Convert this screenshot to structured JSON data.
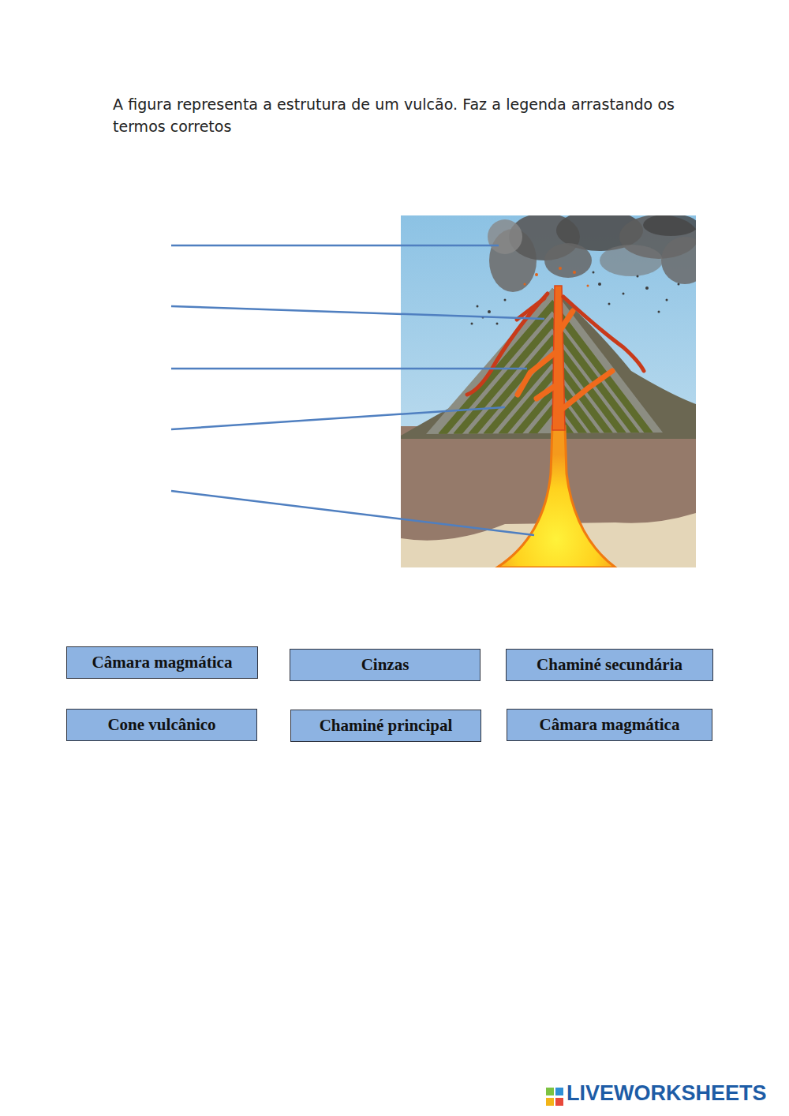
{
  "diagram": {
    "title": "A figura representa a estrutura de um vulcão. Faz a legenda arrastando os termos corretos",
    "nodes": [
      {
        "text": [
          "Câmara magmática"
        ]
      },
      {
        "text": [
          "Cinzas"
        ]
      },
      {
        "text": [
          "Chaminé secundária"
        ]
      },
      {
        "text": [
          "Cone vulcânico"
        ]
      },
      {
        "text": [
          "Chaminé principal"
        ]
      },
      {
        "text": [
          "Câmara magmática"
        ]
      }
    ],
    "labels": [
      "LIVEWORKSHEETS"
    ]
  }
}
